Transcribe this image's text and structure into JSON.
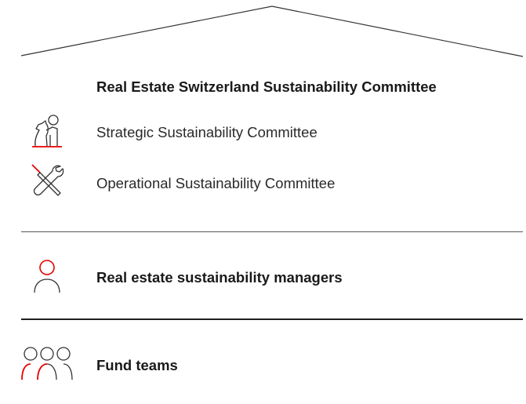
{
  "header": {
    "title": "Real Estate Switzerland Sustainability Committee"
  },
  "committees": [
    {
      "label": "Strategic Sustainability Committee",
      "icon": "chess-knight-icon"
    },
    {
      "label": "Operational Sustainability Committee",
      "icon": "wrench-screwdriver-icon"
    }
  ],
  "managers": {
    "label": "Real estate sustainability managers",
    "icon": "person-icon"
  },
  "fund_teams": {
    "label": "Fund teams",
    "icon": "people-group-icon"
  },
  "colors": {
    "accent": "#e60000",
    "line": "#333333",
    "text": "#1a1a1a"
  }
}
